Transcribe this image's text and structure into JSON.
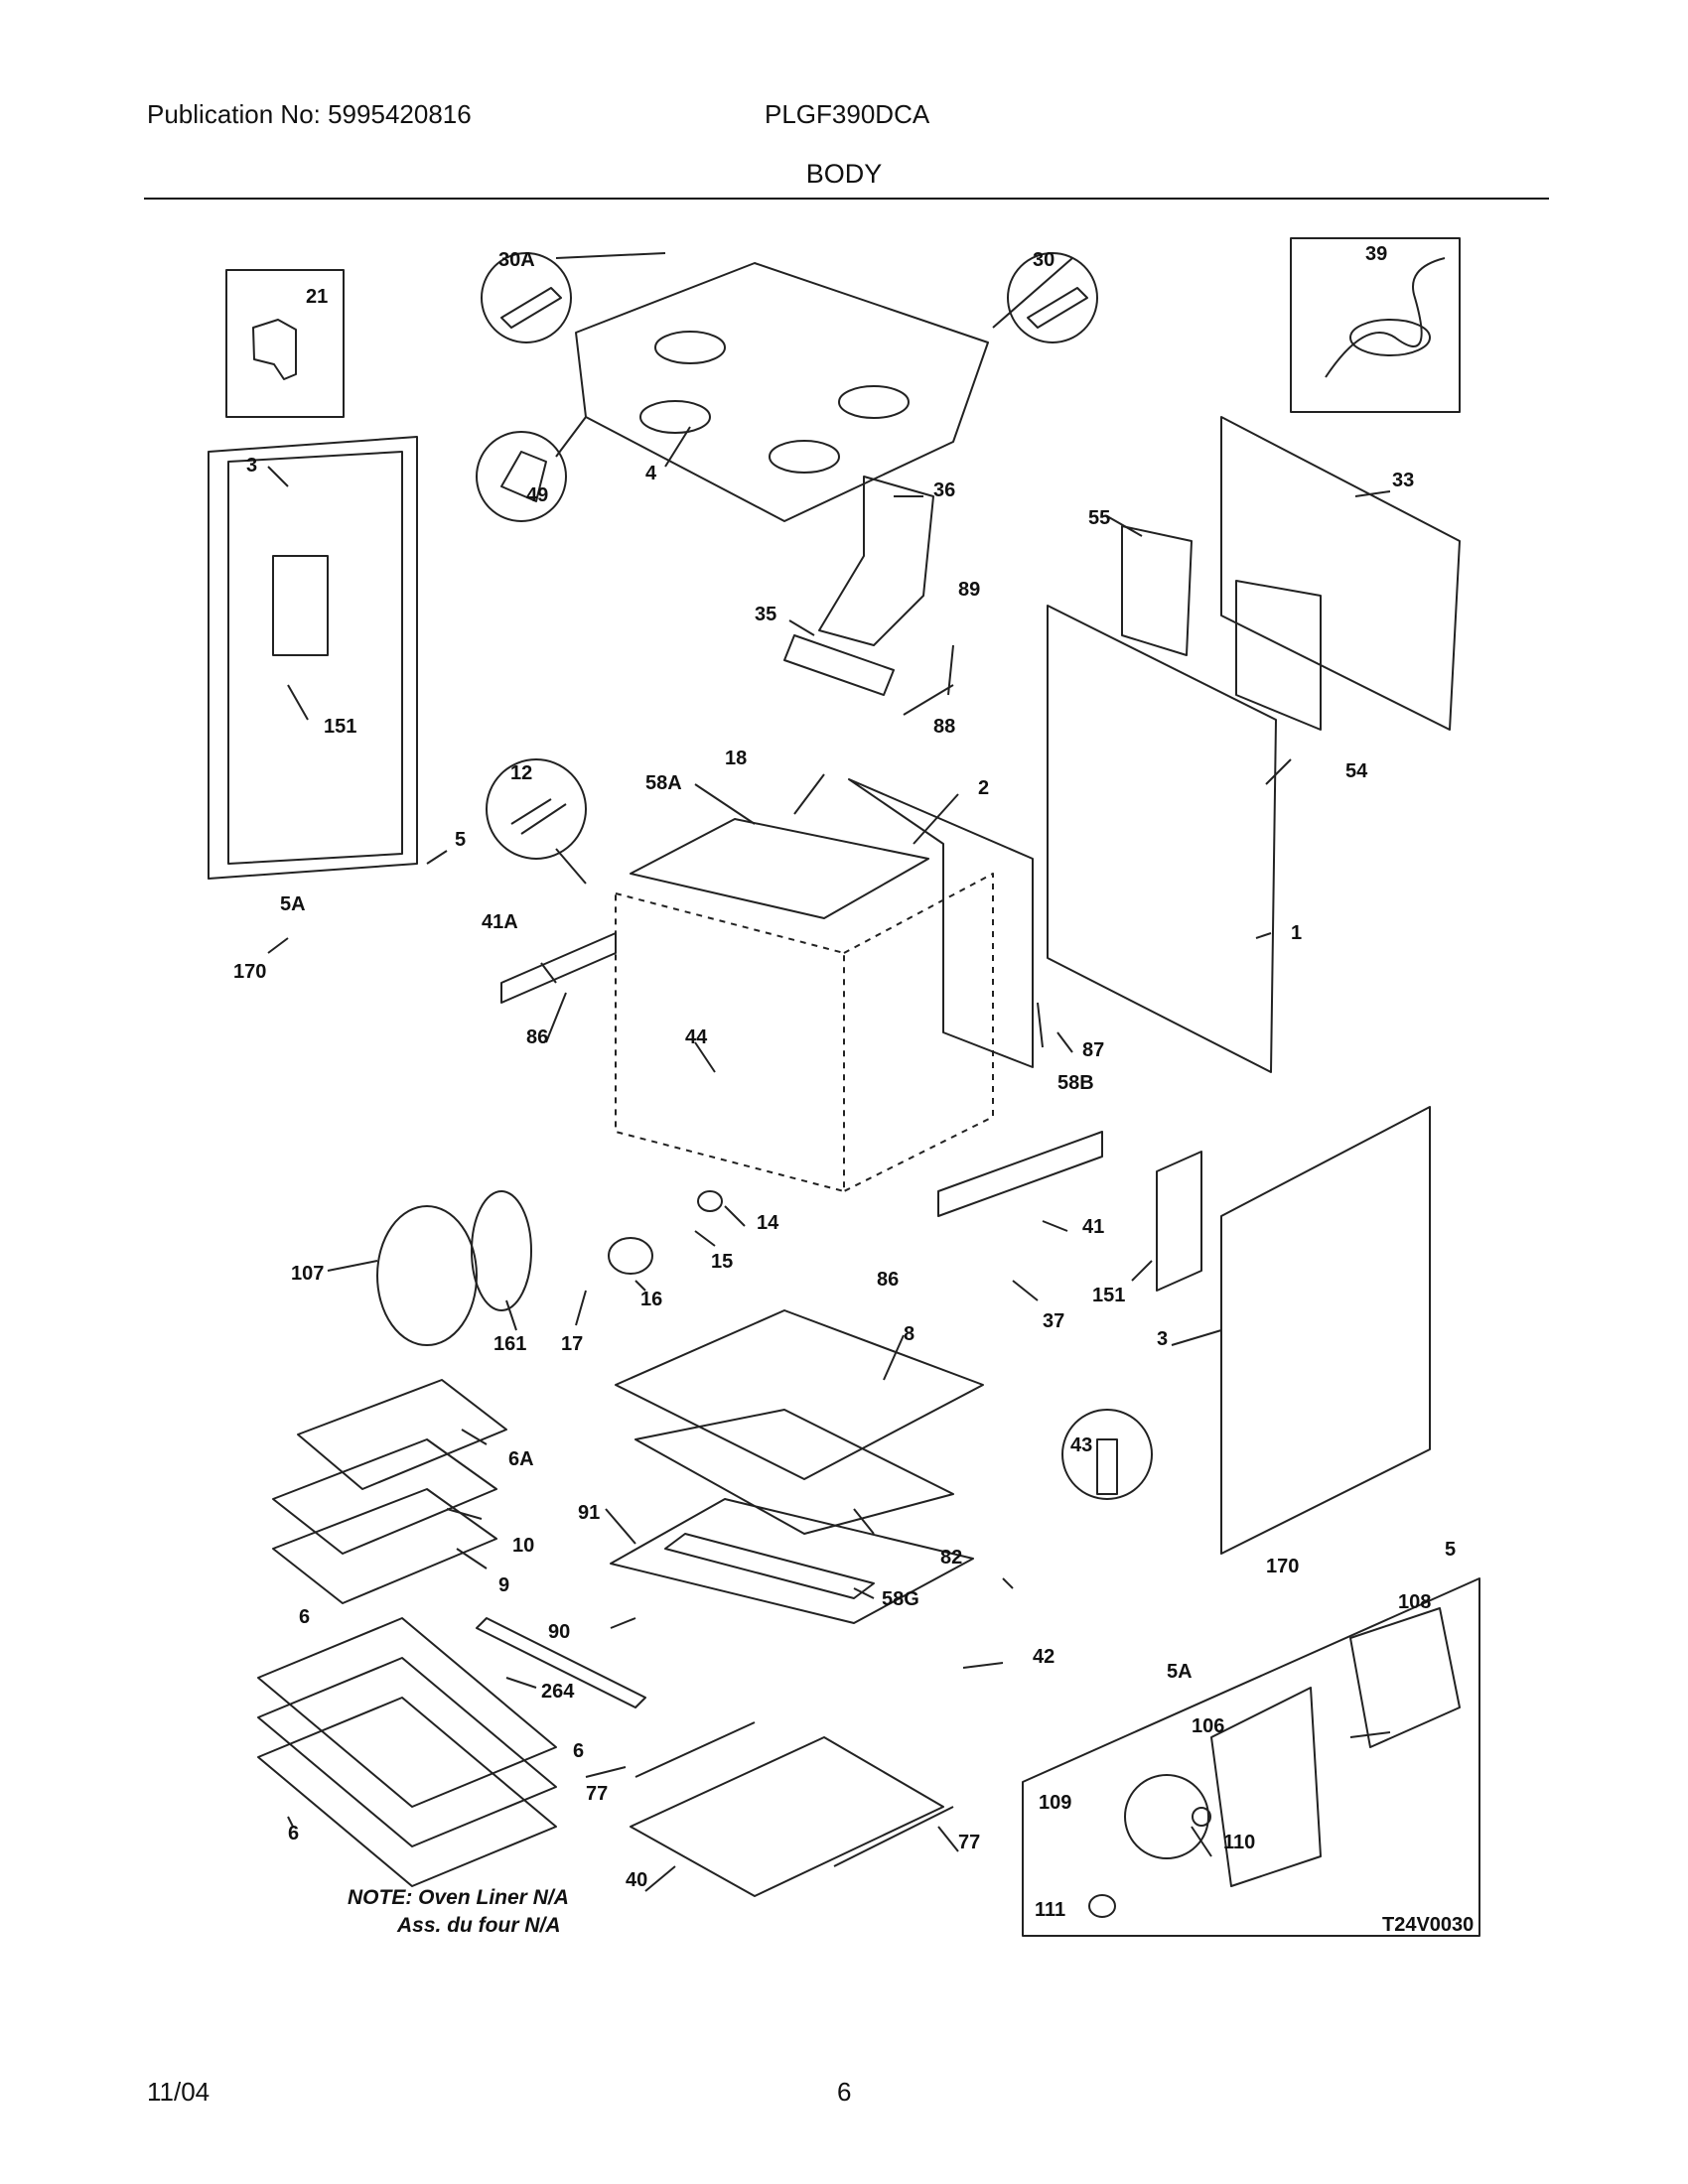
{
  "header": {
    "publication": "Publication No: 5995420816",
    "model": "PLGF390DCA",
    "section_title": "BODY"
  },
  "diagram": {
    "callouts": [
      "21",
      "30A",
      "30",
      "39",
      "3",
      "49",
      "4",
      "36",
      "33",
      "55",
      "35",
      "89",
      "88",
      "151",
      "12",
      "18",
      "58A",
      "2",
      "54",
      "5",
      "5A",
      "170",
      "41A",
      "1",
      "86",
      "44",
      "87",
      "58B",
      "107",
      "14",
      "15",
      "41",
      "151",
      "161",
      "17",
      "16",
      "86",
      "37",
      "8",
      "3",
      "43",
      "6A",
      "10",
      "82",
      "91",
      "58G",
      "9",
      "6",
      "90",
      "42",
      "264",
      "6",
      "77",
      "108",
      "106",
      "5",
      "170",
      "5A",
      "109",
      "110",
      "6",
      "40",
      "77",
      "111"
    ],
    "note_line1": "NOTE: Oven Liner N/A",
    "note_line2": "Ass. du four N/A",
    "drawing_code": "T24V0030"
  },
  "footer": {
    "date": "11/04",
    "page": "6"
  }
}
